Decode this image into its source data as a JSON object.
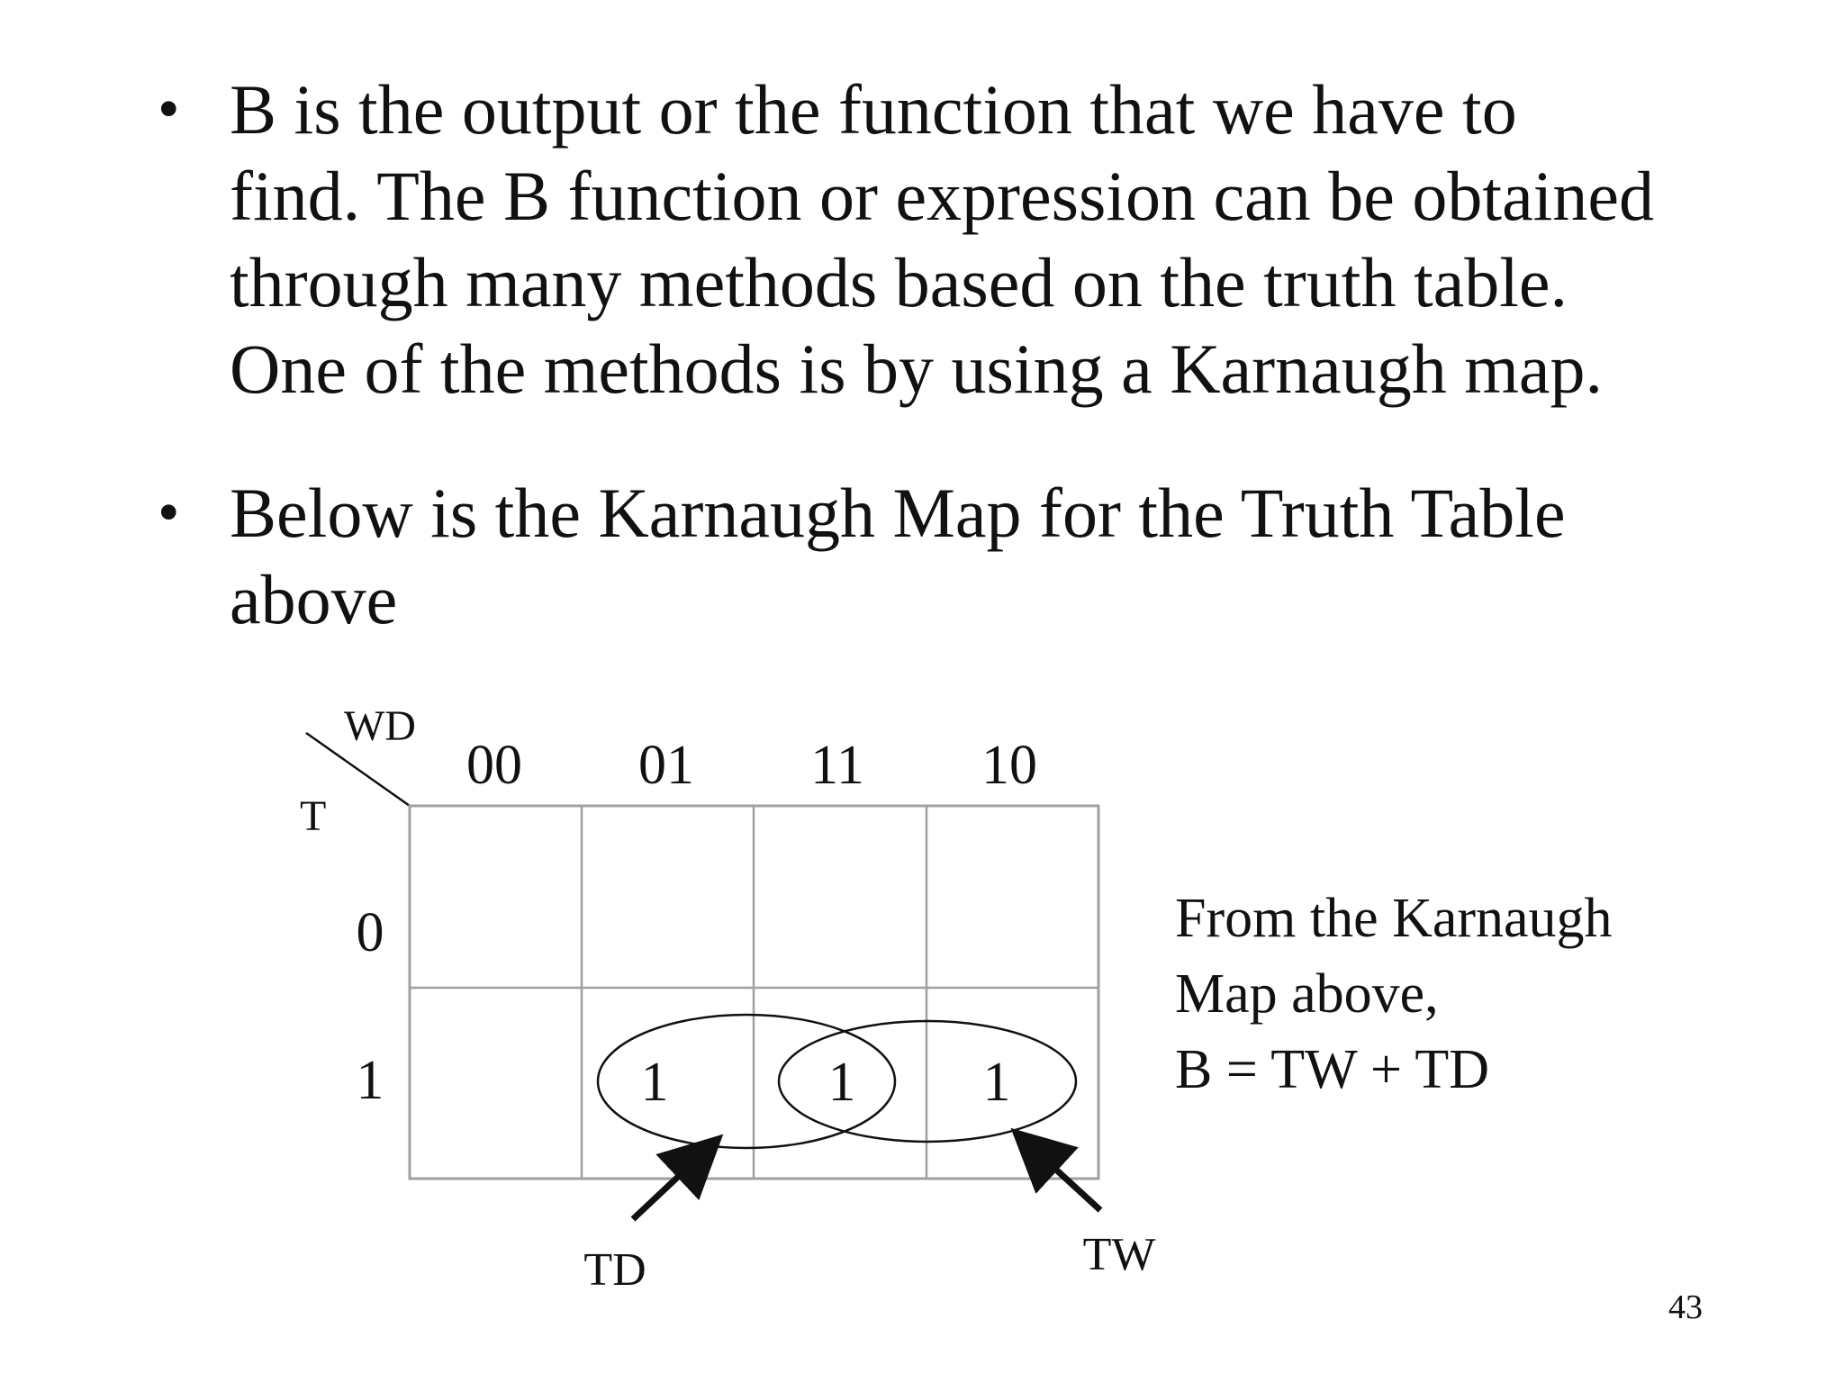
{
  "bullets": [
    {
      "lines": [
        "B is the output or the function that we have to",
        "find. The B function or expression can be obtained",
        "through many methods based on the truth table.",
        "One of the methods is by using a Karnaugh map."
      ]
    },
    {
      "lines": [
        "Below is the Karnaugh Map for the Truth Table",
        "above"
      ]
    }
  ],
  "kmap": {
    "column_variables": "WD",
    "row_variable": "T",
    "column_headers": [
      "00",
      "01",
      "11",
      "10"
    ],
    "row_headers": [
      "0",
      "1"
    ],
    "cells": [
      [
        "",
        "",
        "",
        ""
      ],
      [
        "",
        "1",
        "1",
        "1"
      ]
    ],
    "groups": [
      {
        "label": "TD",
        "columns": [
          "01",
          "11"
        ],
        "row": "1"
      },
      {
        "label": "TW",
        "columns": [
          "11",
          "10"
        ],
        "row": "1"
      }
    ]
  },
  "conclusion": {
    "lines": [
      "From the Karnaugh",
      "Map above,",
      "B = TW + TD"
    ]
  },
  "page_number": "43"
}
